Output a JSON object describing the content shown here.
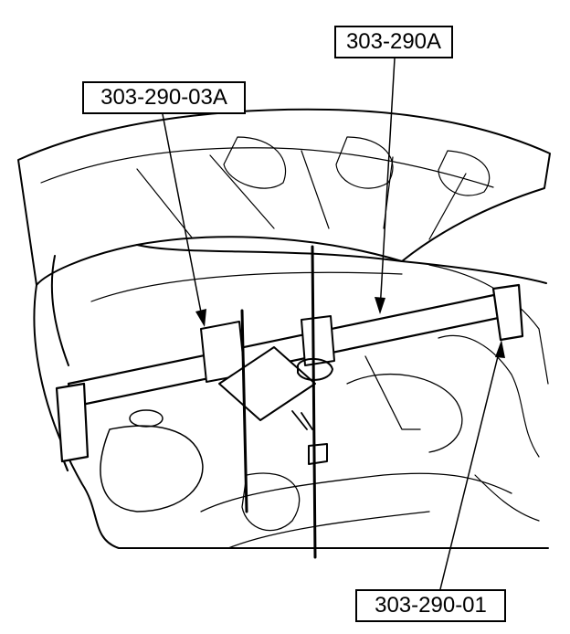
{
  "callouts": {
    "main_tool": "303-290A",
    "adapter": "303-290-03A",
    "support_leg": "303-290-01"
  },
  "colors": {
    "line": "#000000",
    "background": "#ffffff"
  }
}
